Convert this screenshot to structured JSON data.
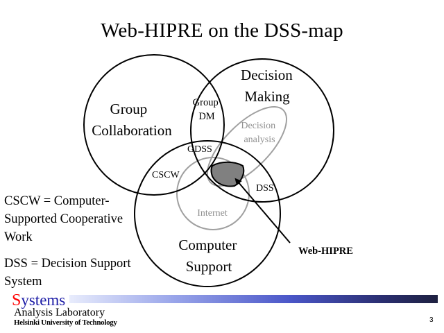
{
  "title": "Web-HIPRE on the DSS-map",
  "diagram": {
    "circles": {
      "group_collaboration": [
        "Group",
        "Collaboration"
      ],
      "decision_making": [
        "Decision",
        "Making"
      ],
      "computer_support": [
        "Computer",
        "Support"
      ],
      "group_dm": [
        "Group",
        "DM"
      ],
      "decision_analysis": [
        "Decision",
        "analysis"
      ],
      "gdss": "GDSS",
      "cscw": "CSCW",
      "dss": "DSS",
      "internet": "Internet"
    },
    "pointer_label": "Web-HIPRE",
    "colors": {
      "main_circles": "#000000",
      "inner_ellipses": "#a0a0a0",
      "web_hipre_fill": "#808080"
    }
  },
  "legend": {
    "cscw": [
      "CSCW = Computer-",
      "Supported Cooperative",
      "Work"
    ],
    "dss": [
      "DSS = Decision Support",
      "System"
    ]
  },
  "footer": {
    "logo_first_letter": "S",
    "logo_rest": "ystems",
    "lab": "Analysis Laboratory",
    "university": "Helsinki University of Technology",
    "page": "3"
  }
}
